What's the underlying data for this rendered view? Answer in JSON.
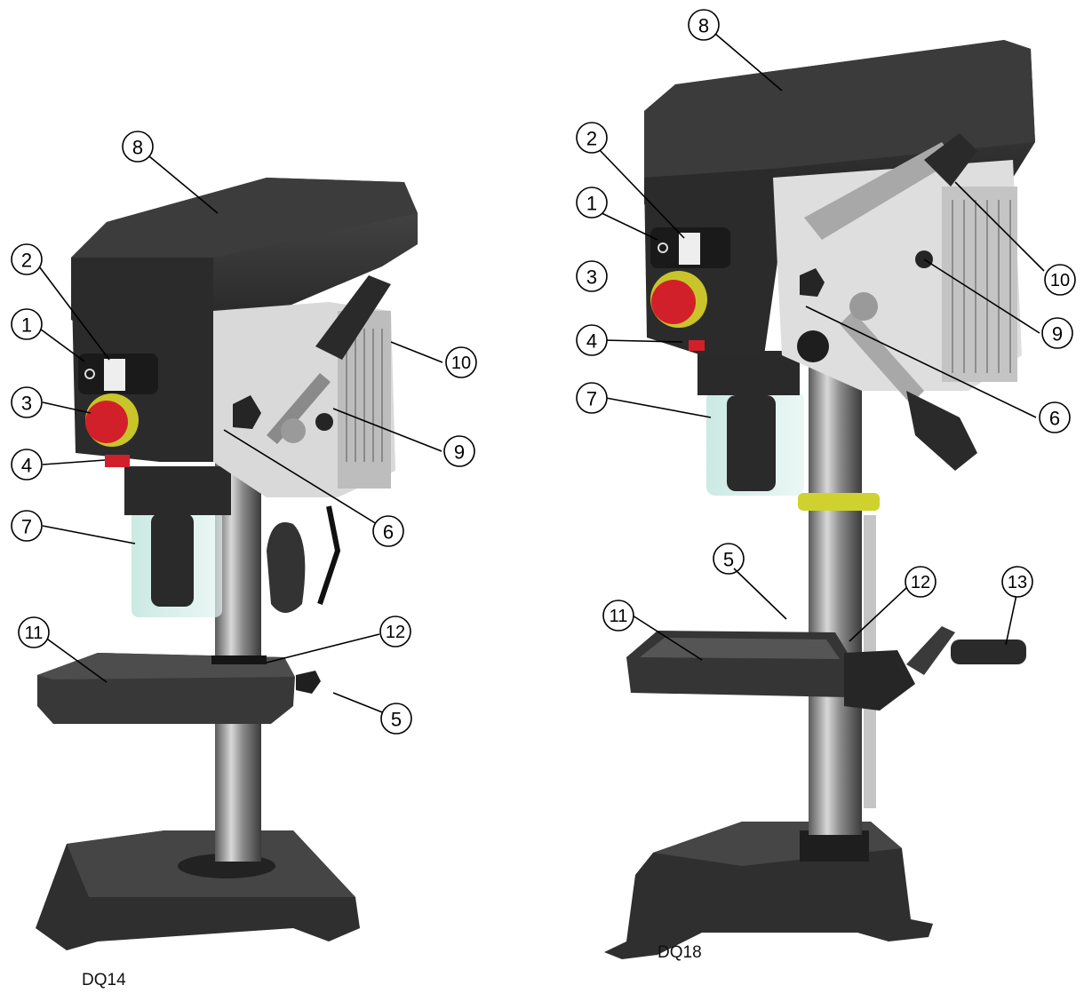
{
  "models": {
    "left": {
      "name": "DQ14"
    },
    "right": {
      "name": "DQ18"
    }
  },
  "callouts": {
    "left": [
      "1",
      "2",
      "3",
      "4",
      "5",
      "6",
      "7",
      "8",
      "9",
      "10",
      "11",
      "12"
    ],
    "right": [
      "1",
      "2",
      "3",
      "4",
      "5",
      "6",
      "7",
      "8",
      "9",
      "10",
      "11",
      "12",
      "13"
    ]
  },
  "colors": {
    "body": "#2d2d2d",
    "body_light": "#3d3d3d",
    "column": "#9a9a9a",
    "guard": "#cfe9e4",
    "stop_red": "#d2202a",
    "stop_yellow": "#c9c42a",
    "band_yellow": "#cfd22e",
    "aluminium": "#c9c9c9"
  }
}
